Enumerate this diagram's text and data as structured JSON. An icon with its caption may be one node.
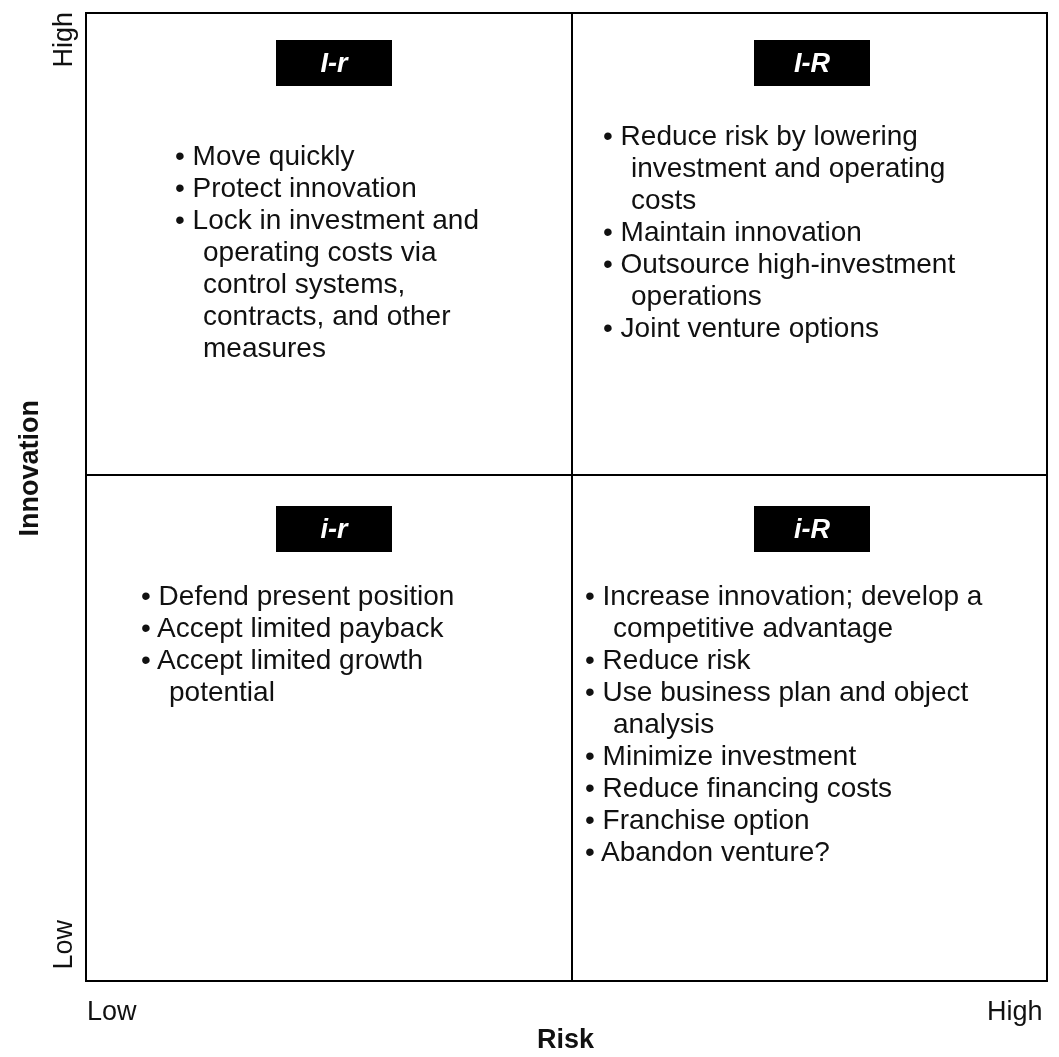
{
  "diagram": {
    "nodes": [
      {
        "text": [
          "• Move quickly",
          "• Protect innovation",
          "• Lock in investment and operating costs via control systems, contracts, and other measures"
        ]
      },
      {
        "text": [
          "I-r"
        ],
        "in": 0
      },
      {
        "text": [
          "• Reduce risk by lowering investment and operating costs",
          "• Maintain innovation",
          "• Outsource high-investment operations",
          "• Joint venture options"
        ]
      },
      {
        "text": [
          "I-R"
        ],
        "in": 2
      },
      {
        "text": [
          "• Defend present position",
          "• Accept limited payback",
          "• Accept limited growth potential"
        ]
      },
      {
        "text": [
          "i-r"
        ],
        "in": 4
      },
      {
        "text": [
          "• Increase innovation; develop a competitive advantage",
          "• Reduce risk",
          "• Use business plan and object analysis",
          "• Minimize investment",
          "• Reduce financing costs",
          "• Franchise option",
          "• Abandon venture?"
        ]
      },
      {
        "text": [
          "i-R"
        ],
        "in": 6
      }
    ],
    "edges": [],
    "labels": [
      "High",
      "Innovation",
      "Low",
      "Low",
      "High",
      "Risk"
    ]
  }
}
